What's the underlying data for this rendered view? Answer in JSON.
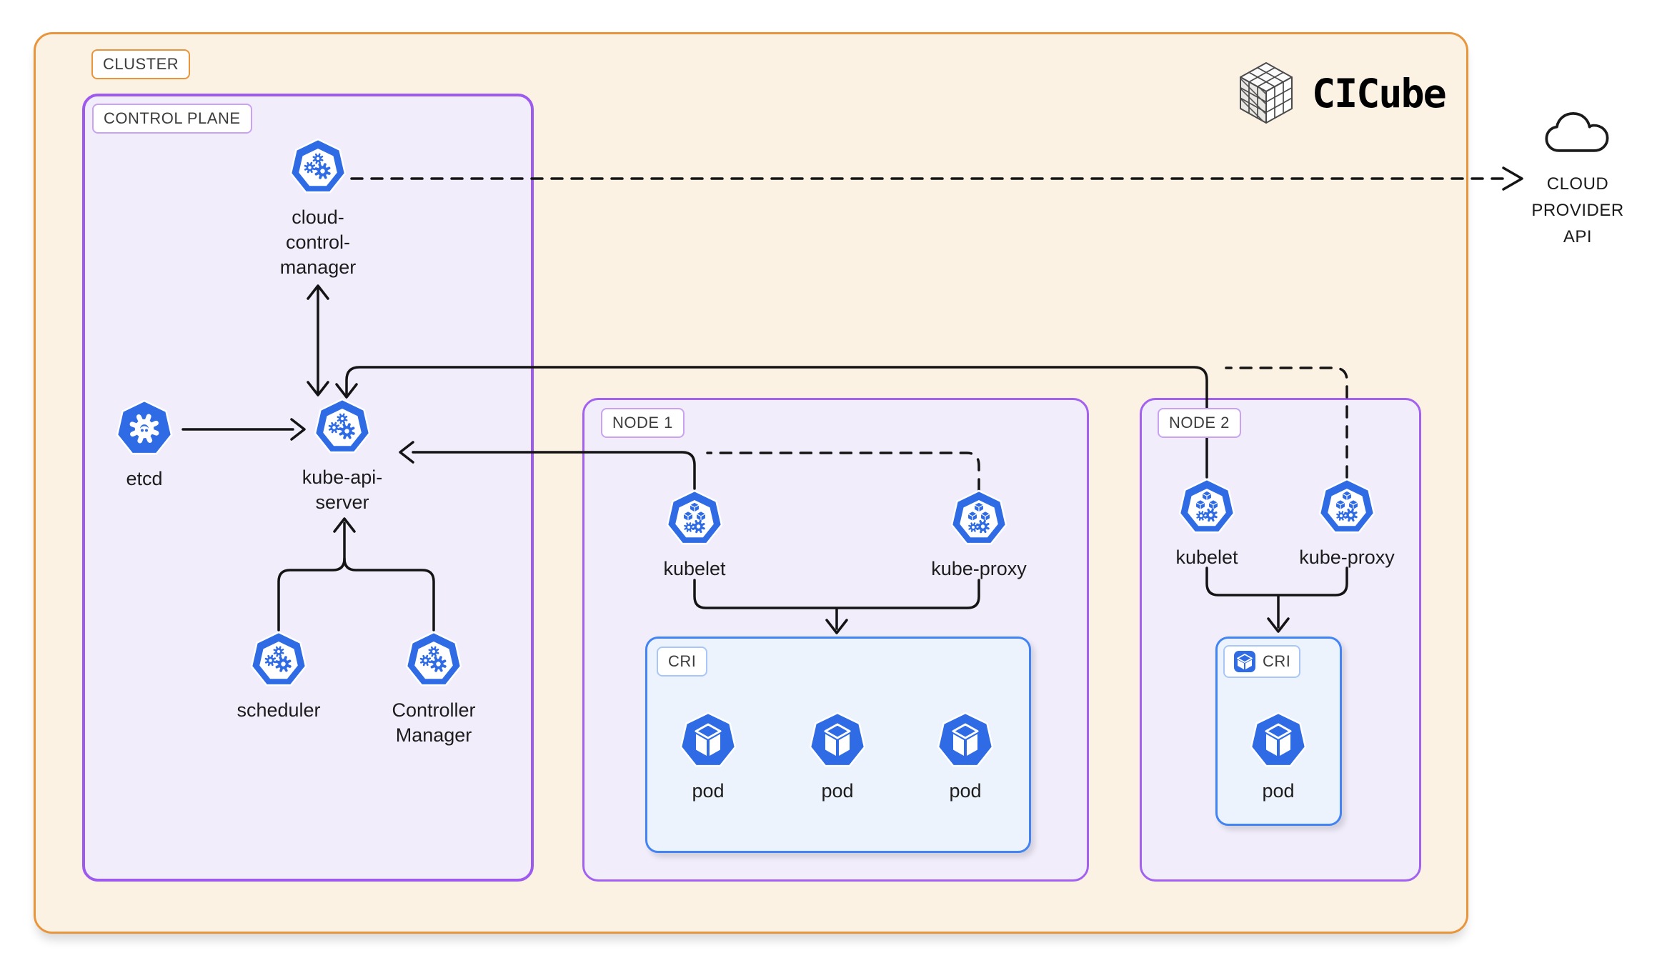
{
  "cluster": {
    "label": "CLUSTER"
  },
  "control_plane": {
    "label": "CONTROL PLANE"
  },
  "node1": {
    "label": "NODE 1"
  },
  "node2": {
    "label": "NODE 2"
  },
  "cri1": {
    "label": "CRI"
  },
  "cri2": {
    "label": "CRI"
  },
  "logo": {
    "text": "CICube"
  },
  "cloud_provider": {
    "label": "CLOUD\nPROVIDER\nAPI"
  },
  "components": {
    "cloud_control_manager": {
      "label": "cloud-\ncontrol-\nmanager"
    },
    "etcd": {
      "label": "etcd"
    },
    "kube_api_server": {
      "label": "kube-api-\nserver"
    },
    "scheduler": {
      "label": "scheduler"
    },
    "controller_manager": {
      "label": "Controller\nManager"
    },
    "node1_kubelet": {
      "label": "kubelet"
    },
    "node1_kube_proxy": {
      "label": "kube-proxy"
    },
    "node2_kubelet": {
      "label": "kubelet"
    },
    "node2_kube_proxy": {
      "label": "kube-proxy"
    },
    "node1_pod1": {
      "label": "pod"
    },
    "node1_pod2": {
      "label": "pod"
    },
    "node1_pod3": {
      "label": "pod"
    },
    "node2_pod": {
      "label": "pod"
    }
  },
  "colors": {
    "kubernetes_blue": "#2E6BE4",
    "cluster_border": "#E8953C",
    "cluster_bg": "#FCF2E4",
    "plane_border": "#9D5BEE",
    "plane_bg": "#F1EDFB",
    "cri_border": "#4284F3",
    "cri_bg": "#EDF3FC",
    "line": "#141414"
  }
}
